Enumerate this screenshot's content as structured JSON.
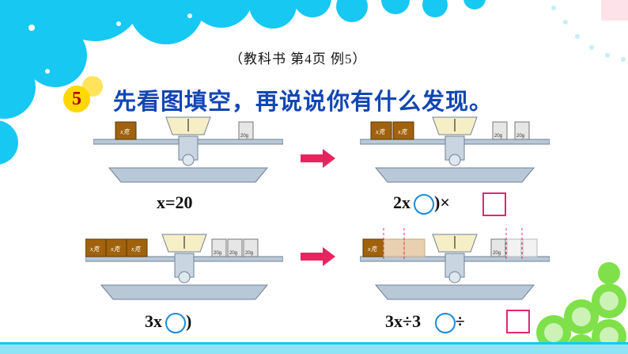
{
  "header": {
    "reference": "（教科书 第4页 例5）",
    "example_number": "5",
    "task": "先看图填空，再说说你有什么发现。"
  },
  "scales": {
    "box_label": "x克",
    "weight_label": "20g"
  },
  "equations": {
    "eq1": "x=20",
    "eq2_prefix": "2x",
    "eq2_suffix": ")×",
    "eq3_prefix": "3x",
    "eq3_suffix": ")",
    "eq4_prefix": "3x÷3",
    "eq4_suffix": "÷"
  },
  "colors": {
    "task_text": "#1246b5",
    "arrow": "#e8245f",
    "circle_outline": "#1c8ad8",
    "square_outline": "#e0286f",
    "bubbles": "#14c8f0"
  }
}
